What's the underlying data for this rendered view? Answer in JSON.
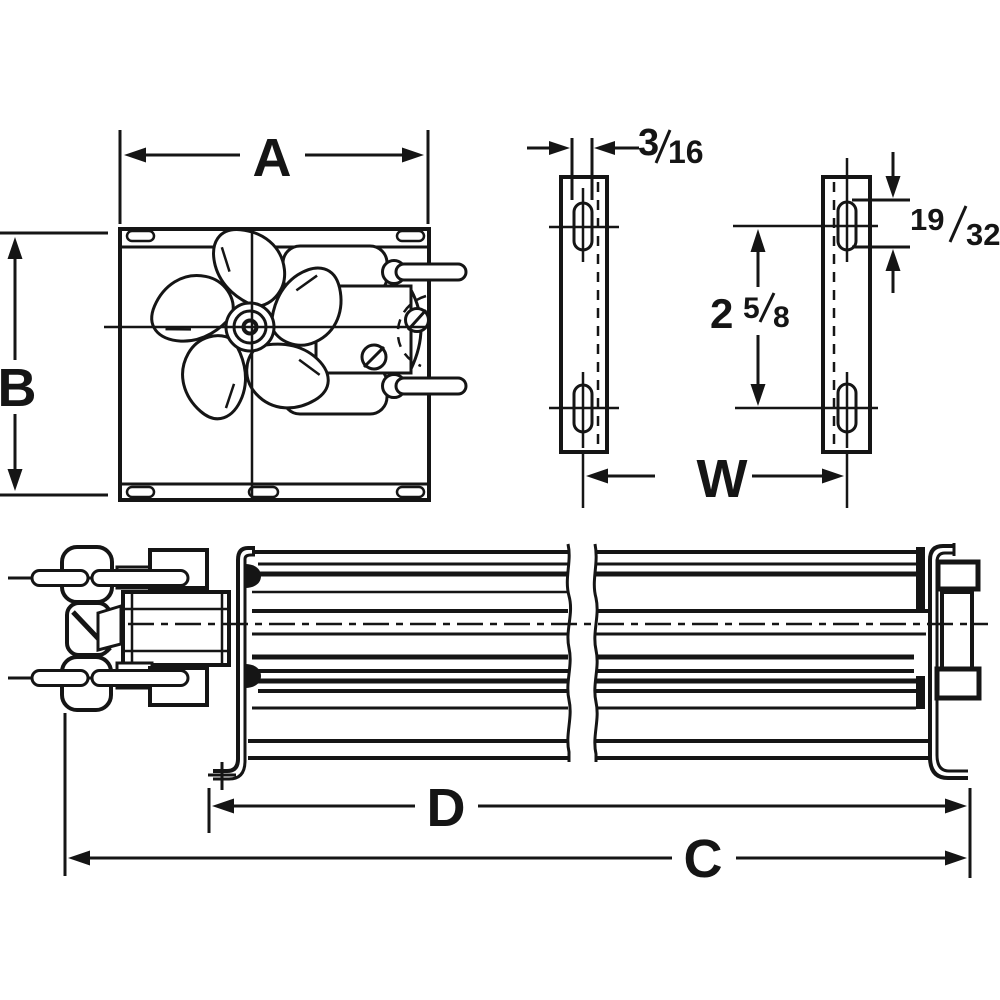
{
  "drawing": {
    "type": "technical-dimension-drawing",
    "subject": "crossflow blower with motor - dimensional diagram",
    "colors": {
      "line": "#151515",
      "background": "#ffffff"
    },
    "dimensions": {
      "frame_width": {
        "label": "A"
      },
      "frame_height": {
        "label": "B"
      },
      "overall_length": {
        "label": "C"
      },
      "housing_length": {
        "label": "D"
      },
      "bracket_spacing": {
        "label": "W"
      },
      "slot_width": {
        "numerator": "3",
        "denominator": "16"
      },
      "slot_length": {
        "numerator": "19",
        "denominator": "32"
      },
      "slot_center_distance": {
        "whole": "2",
        "numerator": "5",
        "denominator": "8"
      }
    }
  }
}
